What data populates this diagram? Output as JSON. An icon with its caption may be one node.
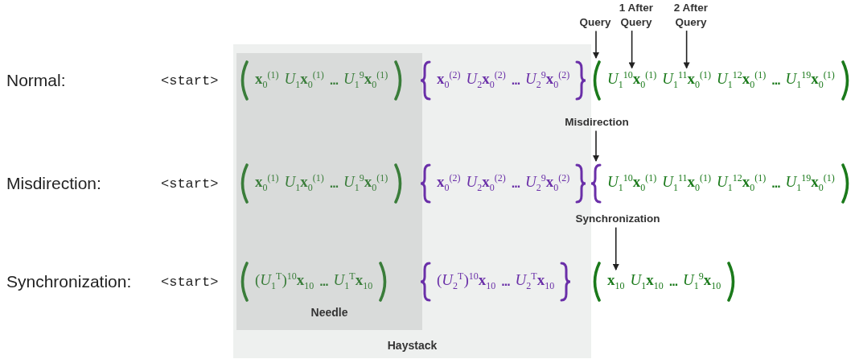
{
  "diagram": {
    "nodes": [
      {
        "text": [
          "Haystack"
        ]
      },
      {
        "text": [
          "Needle"
        ],
        "in": 0
      },
      {
        "text": [
          "Query"
        ]
      },
      {
        "text": [
          "1 After Query"
        ]
      },
      {
        "text": [
          "2 After Query"
        ]
      },
      {
        "text": [
          "Misdirection"
        ]
      },
      {
        "text": [
          "Synchronization"
        ]
      },
      {
        "text": [],
        "shape": "parenthesis"
      },
      {
        "text": [
          "*U*$_{1}$$^{10}$**x**$_{0}$$^{(1)}$"
        ]
      },
      {
        "text": [
          "*U*$_{1}$$^{11}$**x**$_{0}$$^{(1)}$"
        ]
      },
      {
        "text": [],
        "shape": "brace"
      },
      {
        "text": [
          "**x**$_{10}$"
        ]
      }
    ],
    "edges": [
      {
        "from": 2,
        "to": 7,
        "arrow": "to"
      },
      {
        "from": 3,
        "to": 8,
        "arrow": "to"
      },
      {
        "from": 4,
        "to": 9,
        "arrow": "to"
      },
      {
        "from": 5,
        "to": 10,
        "arrow": "to"
      },
      {
        "from": 6,
        "to": 11,
        "arrow": "to"
      }
    ],
    "labels": [
      "Normal:",
      "<start>",
      "**x**$_{0}$$^{(1)}$",
      "*U*$_{1}$**x**$_{0}$$^{(1)}$",
      "...",
      "*U*$_{1}$$^{9}$**x**$_{0}$$^{(1)}$",
      "**x**$_{0}$$^{(2)}$",
      "*U*$_{2}$**x**$_{0}$$^{(2)}$",
      "...",
      "*U*$_{2}$$^{9}$**x**$_{0}$$^{(2)}$",
      "*U*$_{1}$$^{12}$**x**$_{0}$$^{(1)}$",
      "...",
      "*U*$_{1}$$^{19}$**x**$_{0}$$^{(1)}$",
      "Misdirection:",
      "<start>",
      "**x**$_{0}$$^{(1)}$",
      "*U*$_{1}$**x**$_{0}$$^{(1)}$",
      "...",
      "*U*$_{1}$$^{9}$**x**$_{0}$$^{(1)}$",
      "**x**$_{0}$$^{(2)}$",
      "*U*$_{2}$**x**$_{0}$$^{(2)}$",
      "...",
      "*U*$_{2}$$^{9}$**x**$_{0}$$^{(2)}$",
      "*U*$_{1}$$^{10}$**x**$_{0}$$^{(1)}$",
      "*U*$_{1}$$^{11}$**x**$_{0}$$^{(1)}$",
      "*U*$_{1}$$^{12}$**x**$_{0}$$^{(1)}$",
      "...",
      "*U*$_{1}$$^{19}$**x**$_{0}$$^{(1)}$",
      "Synchronization:",
      "<start>",
      "(*U*$_{1}$$^{T}$)$^{10}$**x**$_{10}$",
      "...",
      "*U*$_{1}$$^{T}$**x**$_{10}$",
      "(*U*$_{2}$$^{T}$)$^{10}$**x**$_{10}$",
      "...",
      "*U*$_{2}$$^{T}$**x**$_{10}$",
      "*U*$_{1}$**x**$_{10}$",
      "...",
      "*U*$_{1}$$^{9}$**x**$_{10}$"
    ]
  }
}
